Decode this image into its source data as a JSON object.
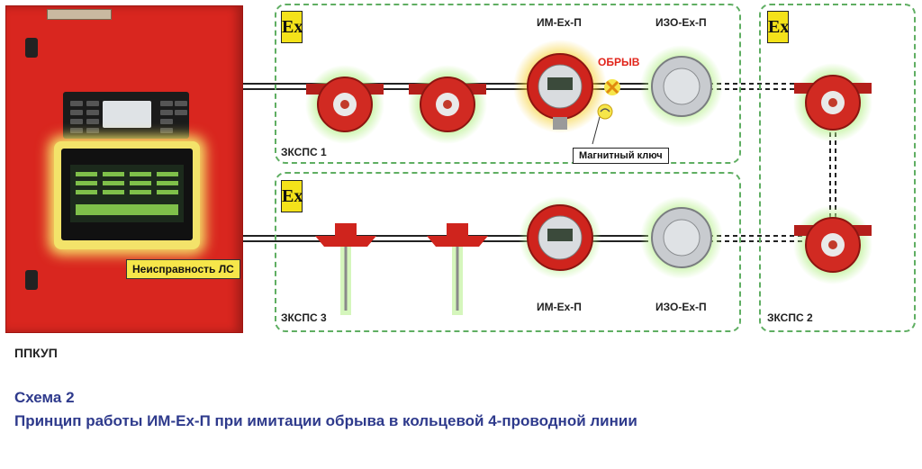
{
  "cabinet": {
    "label": "ППКУП",
    "fault_label": "Неисправность ЛС"
  },
  "zones": {
    "top": {
      "ex_mark": "Ex",
      "group_label": "ЗКСПС 1",
      "module_label": "ИМ-Ex-П",
      "iso_label": "ИЗО-Ex-П",
      "break_label": "ОБРЫВ",
      "key_label": "Магнитный ключ"
    },
    "bottom": {
      "ex_mark": "Ex",
      "group_label": "ЗКСПС 3",
      "module_label": "ИМ-Ex-П",
      "iso_label": "ИЗО-Ex-П"
    },
    "right": {
      "ex_mark": "Ex",
      "group_label": "ЗКСПС 2"
    }
  },
  "caption": {
    "line1": "Схема 2",
    "line2": "Принцип работы ИМ-Ex-П при имитации обрыва в кольцевой 4-проводной линии"
  },
  "colors": {
    "cabinet": "#d9261f",
    "zone_border": "#5fae62",
    "caption": "#2e3a8c",
    "highlight": "#f6e64a",
    "break": "#e1251b"
  }
}
